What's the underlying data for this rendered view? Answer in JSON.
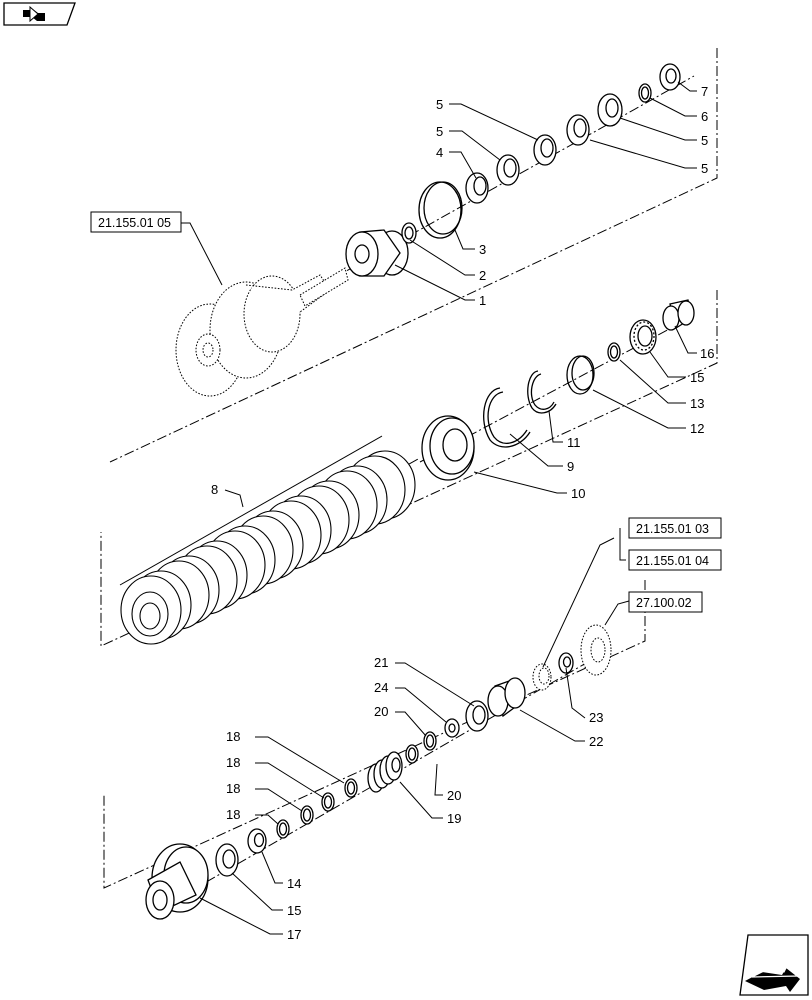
{
  "nav": {
    "previous_icon": "arrow-back-icon",
    "next_icon": "arrow-forward-icon"
  },
  "references": [
    {
      "id": "ref-1",
      "label": "21.155.01 05"
    },
    {
      "id": "ref-2",
      "label": "21.155.01 03"
    },
    {
      "id": "ref-3",
      "label": "21.155.01 04"
    },
    {
      "id": "ref-4",
      "label": "27.100.02"
    }
  ],
  "callouts": [
    {
      "id": "c7",
      "label": "7"
    },
    {
      "id": "c6",
      "label": "6"
    },
    {
      "id": "c5a",
      "label": "5"
    },
    {
      "id": "c5b",
      "label": "5"
    },
    {
      "id": "c5c",
      "label": "5"
    },
    {
      "id": "c5d",
      "label": "5"
    },
    {
      "id": "c4",
      "label": "4"
    },
    {
      "id": "c3",
      "label": "3"
    },
    {
      "id": "c2",
      "label": "2"
    },
    {
      "id": "c1",
      "label": "1"
    },
    {
      "id": "c16",
      "label": "16"
    },
    {
      "id": "c15a",
      "label": "15"
    },
    {
      "id": "c13",
      "label": "13"
    },
    {
      "id": "c12",
      "label": "12"
    },
    {
      "id": "c11",
      "label": "11"
    },
    {
      "id": "c9",
      "label": "9"
    },
    {
      "id": "c10",
      "label": "10"
    },
    {
      "id": "c8",
      "label": "8"
    },
    {
      "id": "c21",
      "label": "21"
    },
    {
      "id": "c24",
      "label": "24"
    },
    {
      "id": "c20a",
      "label": "20"
    },
    {
      "id": "c20b",
      "label": "20"
    },
    {
      "id": "c23",
      "label": "23"
    },
    {
      "id": "c22",
      "label": "22"
    },
    {
      "id": "c18a",
      "label": "18"
    },
    {
      "id": "c18b",
      "label": "18"
    },
    {
      "id": "c18c",
      "label": "18"
    },
    {
      "id": "c18d",
      "label": "18"
    },
    {
      "id": "c19",
      "label": "19"
    },
    {
      "id": "c14",
      "label": "14"
    },
    {
      "id": "c15b",
      "label": "15"
    },
    {
      "id": "c17",
      "label": "17"
    }
  ]
}
